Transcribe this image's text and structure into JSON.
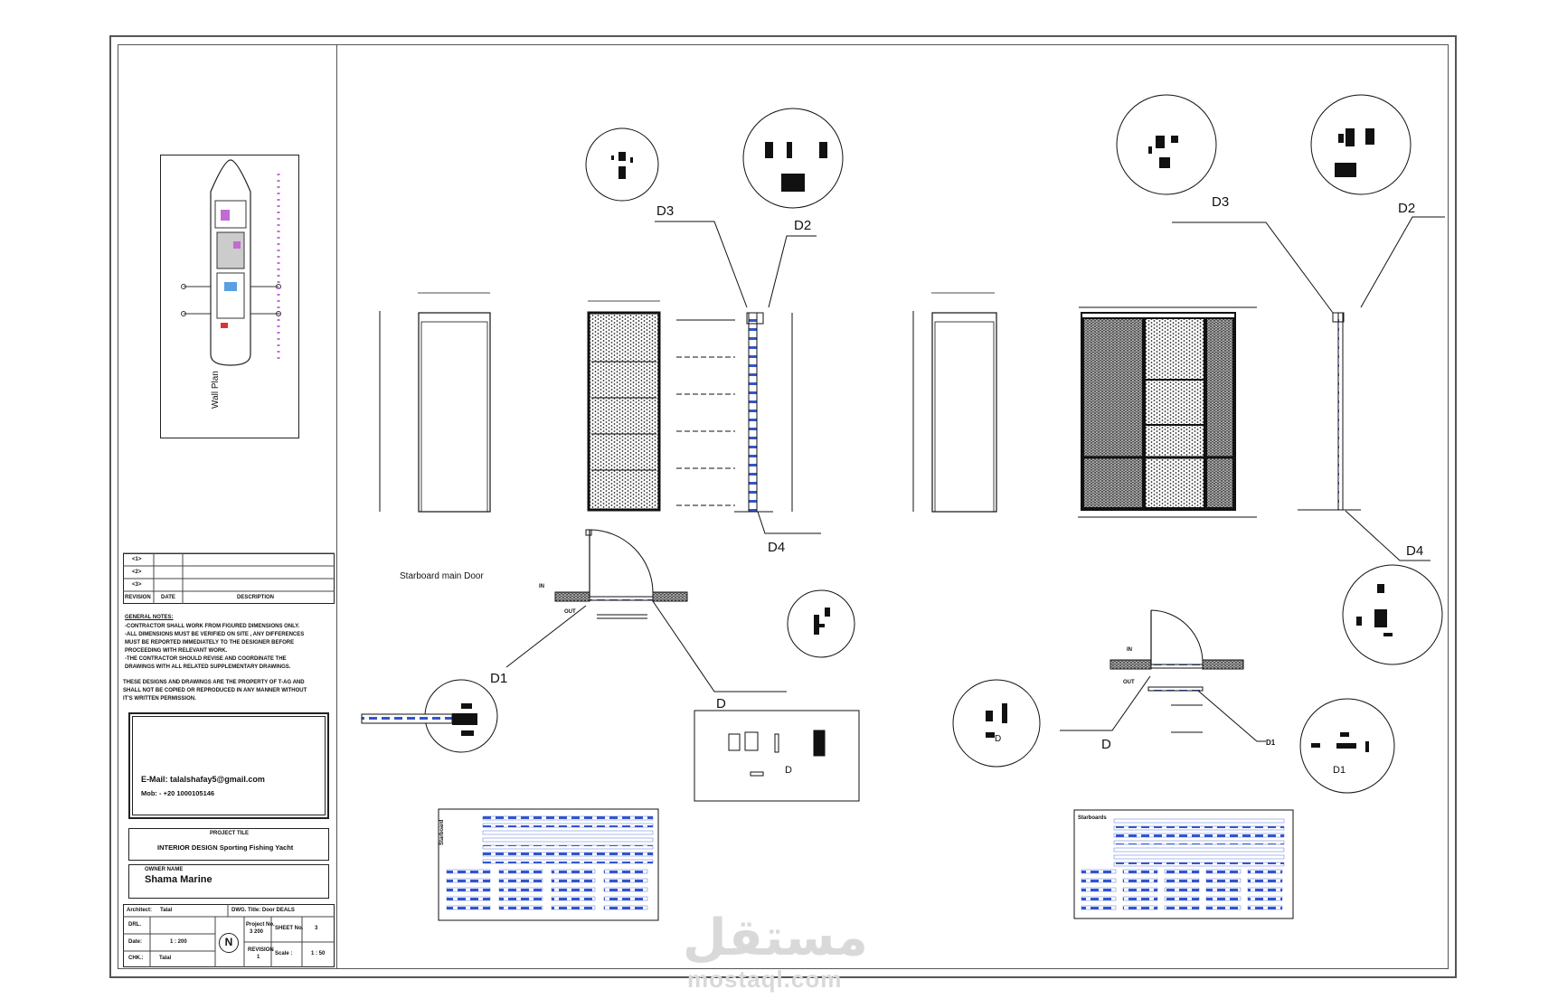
{
  "sheet": {
    "wall_plan_label": "Wall Plan",
    "revision_rows": [
      "<1>",
      "<2>",
      "<3>"
    ],
    "revision_headers": {
      "revision": "REVISION",
      "date": "DATE",
      "description": "DESCRIPTION"
    },
    "general_notes_title": "GENERAL NOTES:",
    "general_notes": [
      "-CONTRACTOR SHALL WORK FROM FIGURED DIMENSIONS ONLY.",
      "-ALL DIMENSIONS MUST BE VERIFIED ON SITE , ANY DIFFERENCES",
      "  MUST BE REPORTED IMMEDIATELY TO THE DESIGNER BEFORE",
      "  PROCEEDING WITH RELEVANT WORK.",
      "-THE CONTRACTOR SHOULD REVISE AND COORDINATE THE",
      "  DRAWINGS WITH ALL RELATED SUPPLEMENTARY DRAWINGS."
    ],
    "property_note": [
      "THESE DESIGNS AND DRAWINGS ARE THE PROPERTY OF T-AG AND",
      "SHALL NOT BE COPIED OR REPRODUCED IN ANY MANNER WITHOUT",
      "IT'S WRITTEN PERMISSION."
    ],
    "contact_email": "E-Mail: talalshafay5@gmail.com",
    "contact_mobile": "Mob:  - +20  1000105146",
    "project_title_label": "PROJECT TILE",
    "project_title": "INTERIOR DESIGN Sporting Fishing Yacht",
    "owner_label": "OWNER NAME",
    "owner_name": "Shama Marine",
    "architect_label": "Architect:",
    "architect_name": "Talal",
    "dwg_title": "DWG. Title: Door DEALS",
    "table_rows": [
      {
        "k": "DRL.",
        "v": ""
      },
      {
        "k": "Date:",
        "v": "1 : 200"
      },
      {
        "k": "CHK.:",
        "v": "Talal"
      }
    ],
    "project_no_label": "Project No.",
    "project_no_val": "3 200",
    "sheet_no_label": "SHEET No.",
    "sheet_no_val": "3",
    "revision_label": "REVISION",
    "revision_val": "1",
    "scale_label": "Scale :",
    "scale_val": "1 : 50"
  },
  "drawing": {
    "tags": {
      "d3_left": "D3",
      "d2_left": "D2",
      "d4_left": "D4",
      "d3_right": "D3",
      "d2_right": "D2",
      "d4_right": "D4",
      "d1_left": "D1",
      "d_left": "D",
      "d_right": "D",
      "d1_right": "D1",
      "d_detail_box": "D",
      "d_circle": "D",
      "d1_circle": "D1"
    },
    "starboard_label": "Starboard  main Door",
    "in_out": {
      "in_left": "IN",
      "out_left": "OUT",
      "in_right": "IN",
      "out_right": "OUT"
    },
    "schedule_left_title": "Starboard",
    "schedule_right_title": "Starboards"
  },
  "watermark": {
    "arabic": "مستقل",
    "latin": "mostaql.com"
  },
  "colors": {
    "line": "#111111",
    "accent_blue": "#3355cc",
    "hatch_dark": "#222222"
  }
}
